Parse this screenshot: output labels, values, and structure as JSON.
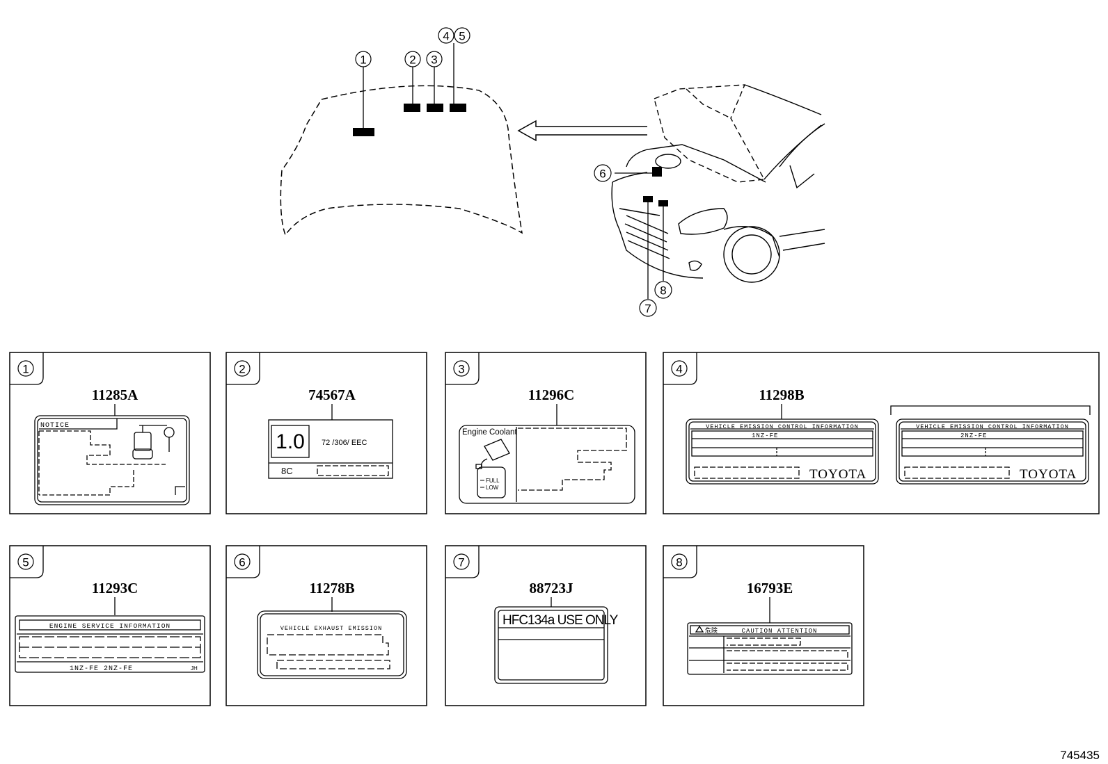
{
  "diagram_id": "745435",
  "callouts": {
    "c1": "1",
    "c2": "2",
    "c3": "3",
    "c4": "4",
    "c5": "5",
    "c6": "6",
    "c7": "7",
    "c8": "8"
  },
  "panels": [
    {
      "index": "1",
      "part_number": "11285A",
      "label_text": "NOTICE"
    },
    {
      "index": "2",
      "part_number": "74567A",
      "big_value": "1.0",
      "directive": "72 /306/ EEC",
      "sub_code": "8C"
    },
    {
      "index": "3",
      "part_number": "11296C",
      "heading": "Engine Coolant",
      "full": "FULL",
      "low": "LOW"
    },
    {
      "index": "4",
      "part_number": "11298B",
      "title": "VEHICLE EMISSION CONTROL INFORMATION",
      "engine_a": "1NZ-FE",
      "engine_b": "2NZ-FE",
      "brand": "TOYOTA"
    },
    {
      "index": "5",
      "part_number": "11293C",
      "title": "ENGINE SERVICE INFORMATION",
      "engines": "1NZ-FE   2NZ-FE",
      "code": "JH"
    },
    {
      "index": "6",
      "part_number": "11278B",
      "title": "VEHICLE EXHAUST EMISSION"
    },
    {
      "index": "7",
      "part_number": "88723J",
      "text": "HFC134a USE ONLY"
    },
    {
      "index": "8",
      "part_number": "16793E",
      "title": "CAUTION  ATTENTION",
      "danger": "危険"
    }
  ]
}
